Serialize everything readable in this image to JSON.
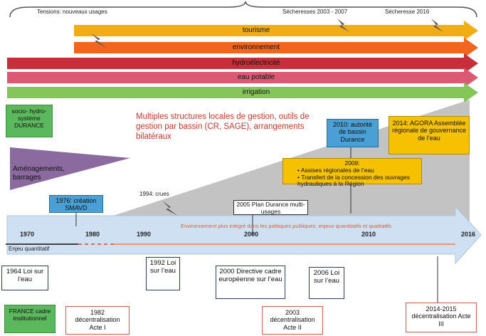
{
  "header": {
    "tensions": "Tensions: nouveaux usages",
    "droughts_2003": "Sécheresses 2003 - 2007",
    "drought_2016": "Sécheresse 2016"
  },
  "usage_bars": [
    {
      "label": "tourisme",
      "color": "#f2ad16"
    },
    {
      "label": "environnement",
      "color": "#f2651f"
    },
    {
      "label": "hydroélectricité",
      "color": "#c7303a"
    },
    {
      "label": "eau potable",
      "color": "#da5a73"
    },
    {
      "label": "irrigation",
      "color": "#86c55a"
    }
  ],
  "socio_box": "socio- hydro- système DURANCE",
  "multiples_text": "Multiples structures locales de gestion, outils de gestion par bassin (CR, SAGE), arrangements bilatéraux",
  "amenagements": "Aménagements, barrages",
  "box_2010": "2010: autorité de bassin Durance",
  "box_2014": "2014: AGORA Assemblée régionale de gouvernance de l’eau",
  "box_2009": {
    "title": "2009:",
    "items": [
      "Assises régionales de l’eau",
      "Transfert de la concession des ouvrages hydrauliques à la Région"
    ]
  },
  "box_1976": "1976: création SMAVD",
  "crues_1994": "1994: crues",
  "box_2005": "2005 Plan Durance multi-usages",
  "timeline": {
    "years": [
      "1970",
      "1980",
      "1990",
      "2000",
      "2010",
      "2016"
    ],
    "enjeu": "Enjeu quantitatif",
    "environnement_text": "Environnement plus intégré dans les politiques publiques: enjeux quantitatifs et qualitatifs"
  },
  "laws": [
    "1964 Loi sur l’eau",
    "1992 Loi sur l’eau",
    "2000 Directive cadre européenne sur l’eau",
    "2006 Loi sur l’eau"
  ],
  "france_box": "FRANCE cadre institutionnel",
  "decentralisation": [
    "1982 décentralisation Acte I",
    "2003 décentralisation Acte II",
    "2014-2015 décentralisation Acte III"
  ],
  "colors": {
    "accent_blue": "#4a9fd5",
    "accent_yellow": "#f6c100",
    "socio_green": "#5cb85c",
    "purple": "#8b6aa0",
    "timeline_blue": "#cfe0f2",
    "title_red": "#c0392b"
  }
}
